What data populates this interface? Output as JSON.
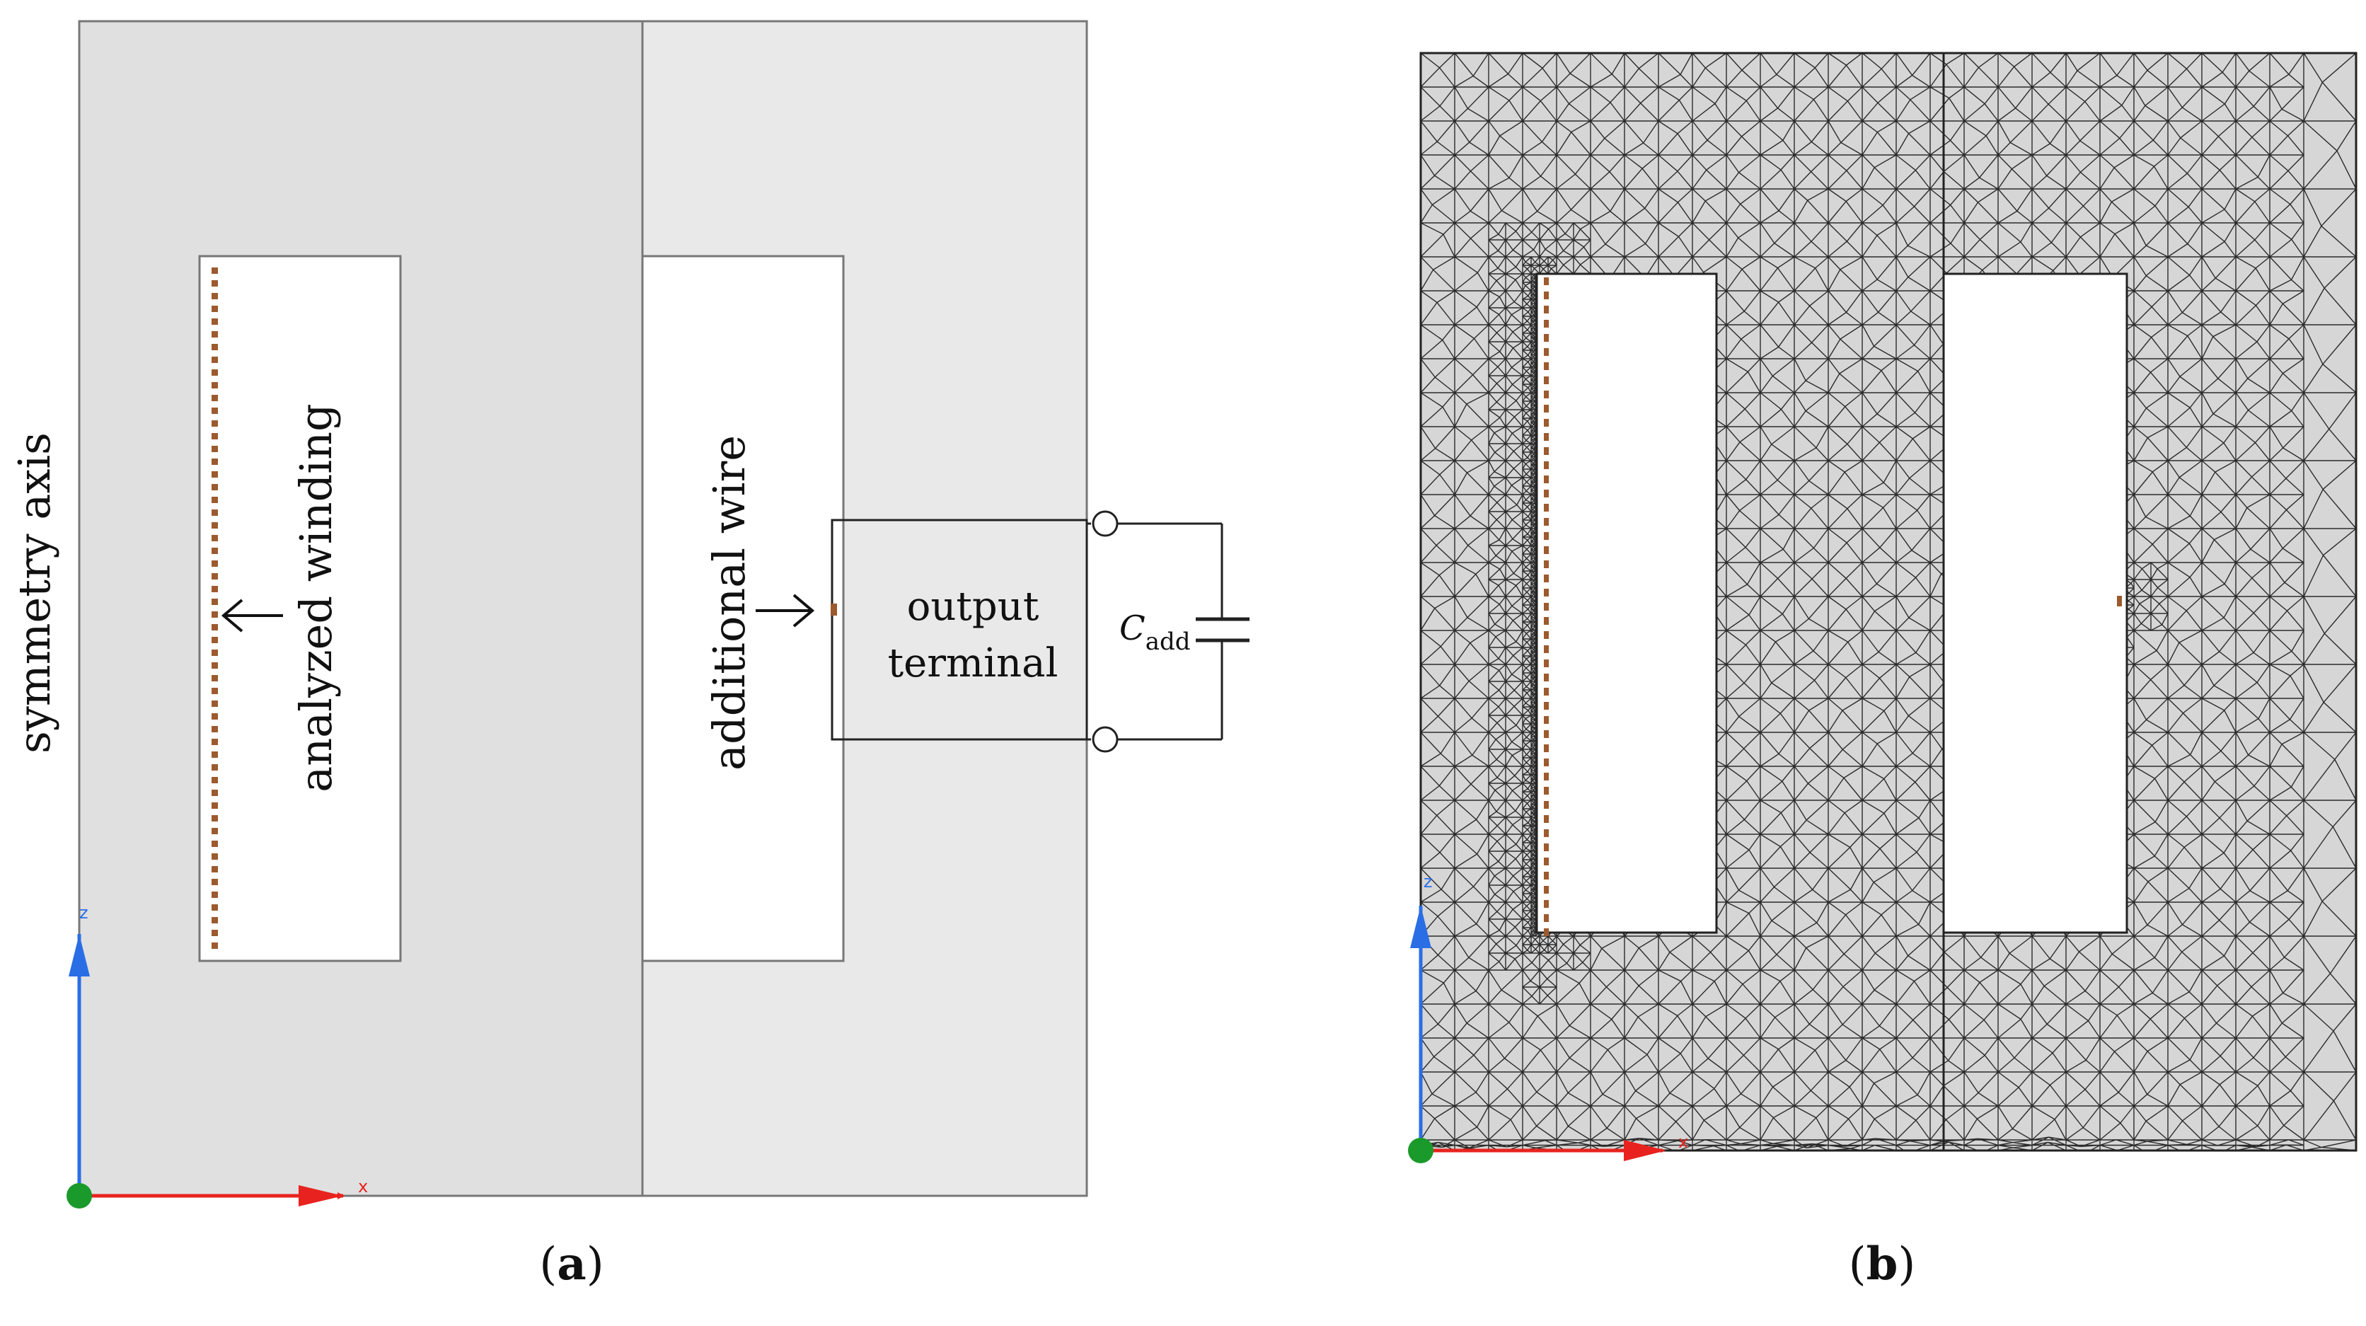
{
  "panel_a": {
    "caption_open": "(",
    "caption_letter": "a",
    "caption_close": ")",
    "symmetry_axis_label": "symmetry axis",
    "winding_label": "analyzed winding",
    "wire_label": "additional wire",
    "terminal_line1": "output",
    "terminal_line2": "terminal",
    "capacitor_symbol": "C",
    "capacitor_subscript": "add",
    "axis_x_letter": "x",
    "axis_z_letter": "z"
  },
  "panel_b": {
    "caption_open": "(",
    "caption_letter": "b",
    "caption_close": ")",
    "axis_x_letter": "x",
    "axis_z_letter": "z"
  },
  "colors": {
    "core_left": "#e0e0e0",
    "core_right": "#e8e8e8",
    "mesh_fill": "#d6d6d6",
    "mesh_line": "#2b2b2b",
    "conductor": "#9c5a2e",
    "axis_x": "#e8231f",
    "axis_z": "#2a6ee6",
    "origin": "#1a9a2a"
  }
}
